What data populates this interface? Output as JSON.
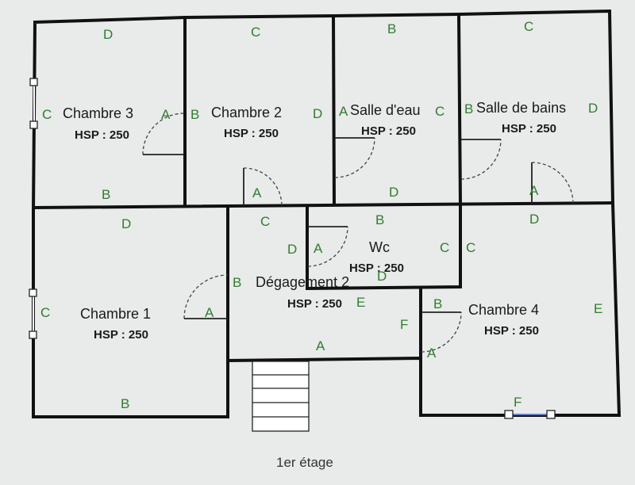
{
  "caption": "1er étage",
  "rooms": [
    {
      "name": "Chambre 3",
      "hsp": "HSP : 250"
    },
    {
      "name": "Chambre 2",
      "hsp": "HSP : 250"
    },
    {
      "name": "Salle d'eau",
      "hsp": "HSP : 250"
    },
    {
      "name": "Salle de bains",
      "hsp": "HSP : 250"
    },
    {
      "name": "Wc",
      "hsp": "HSP : 250"
    },
    {
      "name": "Dégagement 2",
      "hsp": "HSP : 250"
    },
    {
      "name": "Chambre 1",
      "hsp": "HSP : 250"
    },
    {
      "name": "Chambre 4",
      "hsp": "HSP : 250"
    }
  ],
  "wall_labels": {
    "a": "A",
    "b": "B",
    "c": "C",
    "d": "D",
    "e": "E",
    "f": "F"
  },
  "colors": {
    "labels": "#2f7d2f",
    "walls": "#111111",
    "background": "#e9eaea"
  }
}
